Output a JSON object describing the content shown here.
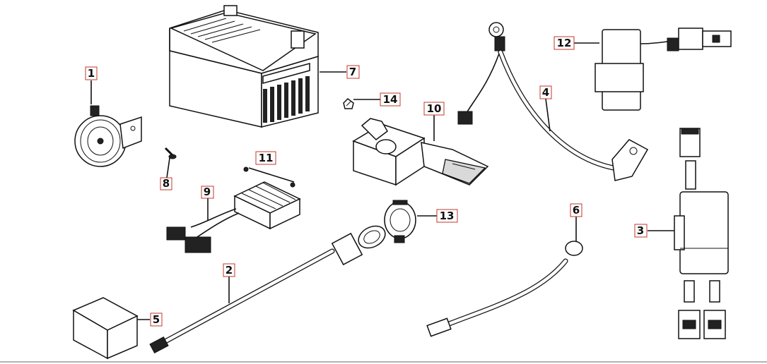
{
  "callouts": [
    {
      "id": "1",
      "label": "1"
    },
    {
      "id": "2",
      "label": "2"
    },
    {
      "id": "3",
      "label": "3"
    },
    {
      "id": "4",
      "label": "4"
    },
    {
      "id": "5",
      "label": "5"
    },
    {
      "id": "6",
      "label": "6"
    },
    {
      "id": "7",
      "label": "7"
    },
    {
      "id": "8",
      "label": "8"
    },
    {
      "id": "9",
      "label": "9"
    },
    {
      "id": "10",
      "label": "10"
    },
    {
      "id": "11",
      "label": "11"
    },
    {
      "id": "12",
      "label": "12"
    },
    {
      "id": "13",
      "label": "13"
    },
    {
      "id": "14",
      "label": "14"
    }
  ],
  "colors": {
    "callout_border": "#c0392b",
    "line_art": "#111111",
    "background": "#ffffff"
  }
}
